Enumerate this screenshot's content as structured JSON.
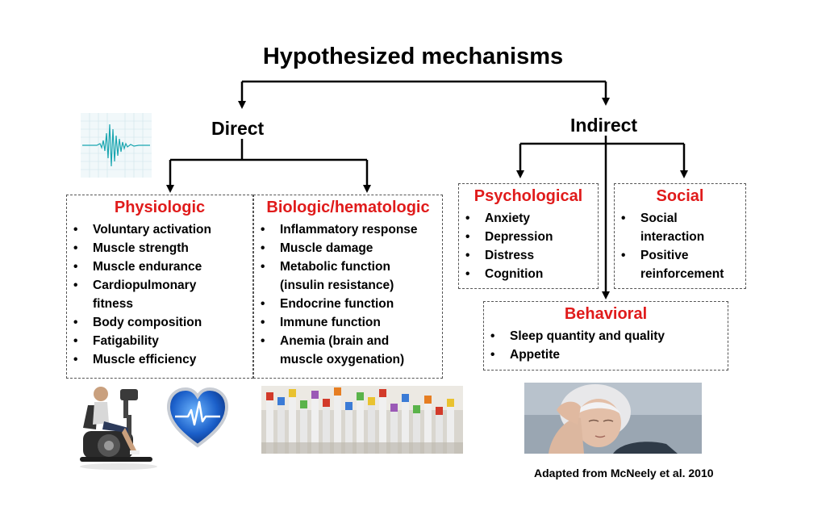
{
  "title": "Hypothesized mechanisms",
  "direct": {
    "label": "Direct",
    "physiologic": {
      "heading": "Physiologic",
      "items": [
        "Voluntary activation",
        "Muscle strength",
        "Muscle endurance",
        "Cardiopulmonary fitness",
        "Body composition",
        "Fatigability",
        "Muscle efficiency"
      ]
    },
    "biologic": {
      "heading": "Biologic/hematologic",
      "items": [
        "Inflammatory response",
        "Muscle damage",
        "Metabolic function (insulin resistance)",
        "Endocrine function",
        "Immune function",
        "Anemia (brain and muscle oxygenation)"
      ]
    }
  },
  "indirect": {
    "label": "Indirect",
    "psychological": {
      "heading": "Psychological",
      "items": [
        "Anxiety",
        "Depression",
        "Distress",
        "Cognition"
      ]
    },
    "social": {
      "heading": "Social",
      "items": [
        "Social interaction",
        "Positive reinforcement"
      ]
    },
    "behavioral": {
      "heading": "Behavioral",
      "items": [
        "Sleep quantity and quality",
        "Appetite"
      ]
    }
  },
  "citation": "Adapted from McNeely et al. 2010",
  "colors": {
    "heading": "#e01b1b",
    "signal": "#1aa6b0",
    "heart": "#1b5fc9"
  },
  "icons": [
    "waveform-icon",
    "exercise-bike-image",
    "heart-ecg-icon",
    "blood-tubes-image",
    "tired-woman-image"
  ]
}
